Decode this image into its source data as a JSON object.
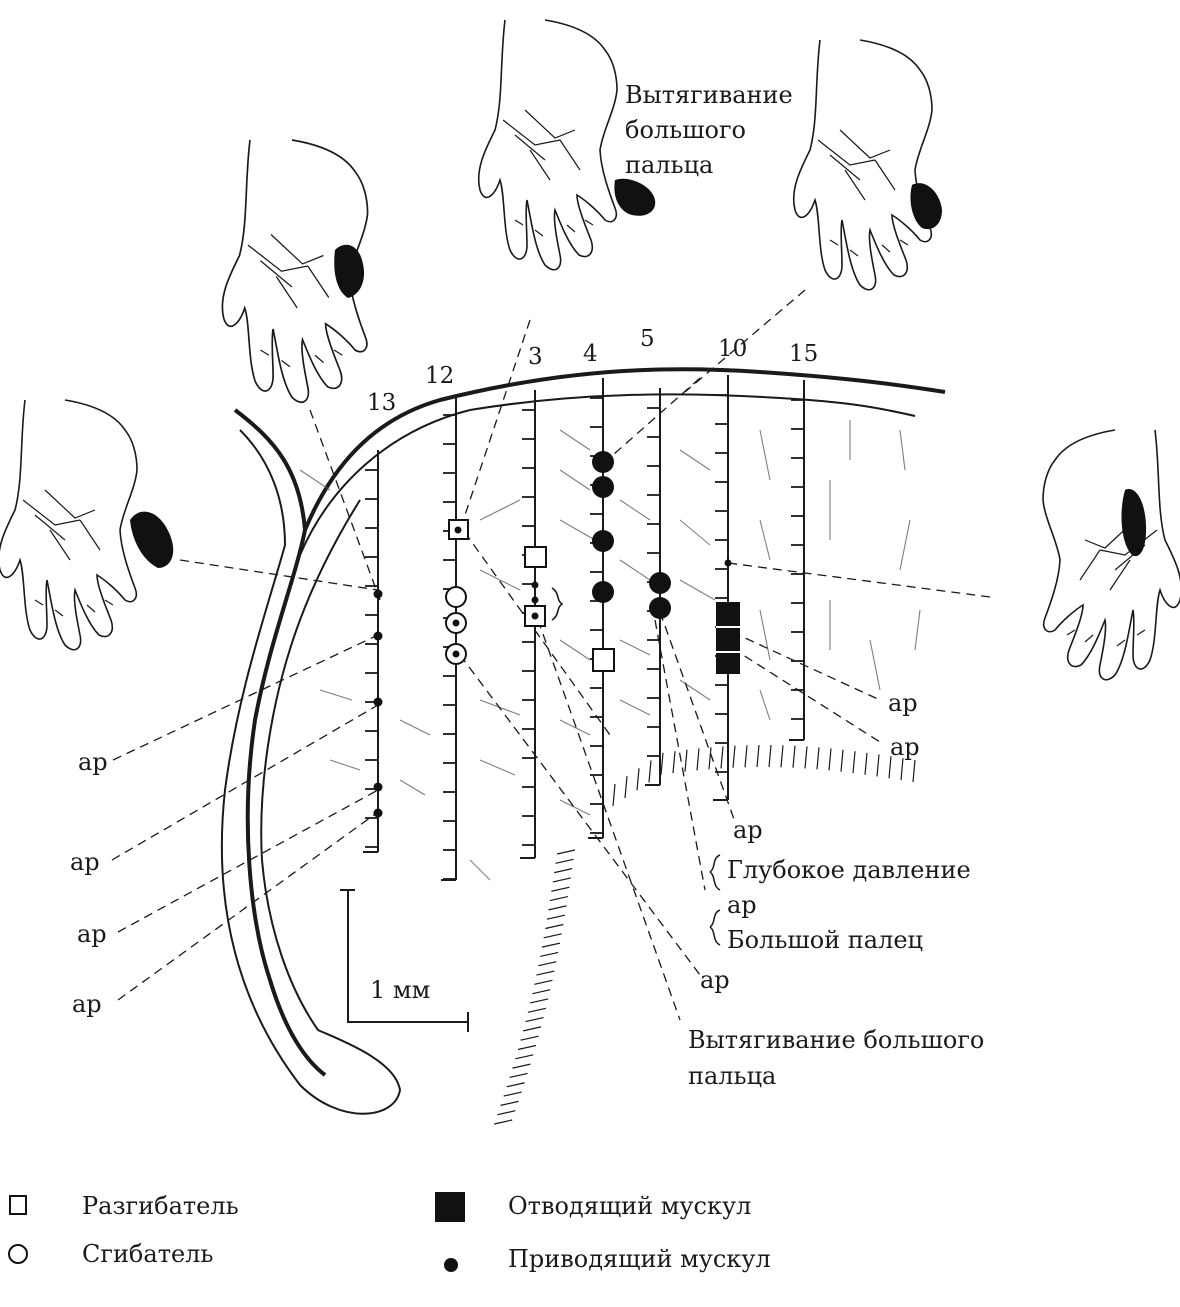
{
  "figure": {
    "track_numbers": [
      "13",
      "12",
      "3",
      "4",
      "5",
      "10",
      "15"
    ],
    "callout_top": [
      "Вытягивание",
      "большого",
      "пальца"
    ],
    "ap_label": "ар",
    "deep_pressure": "Глубокое давление",
    "big_finger": "Большой палец",
    "bottom_callout": [
      "Вытягивание большого",
      "пальца"
    ],
    "scale_label": "1 мм"
  },
  "legend": {
    "extensor": "Разгибатель",
    "flexor": "Сгибатель",
    "abductor": "Отводящий мускул",
    "adductor": "Приводящий мускул"
  }
}
